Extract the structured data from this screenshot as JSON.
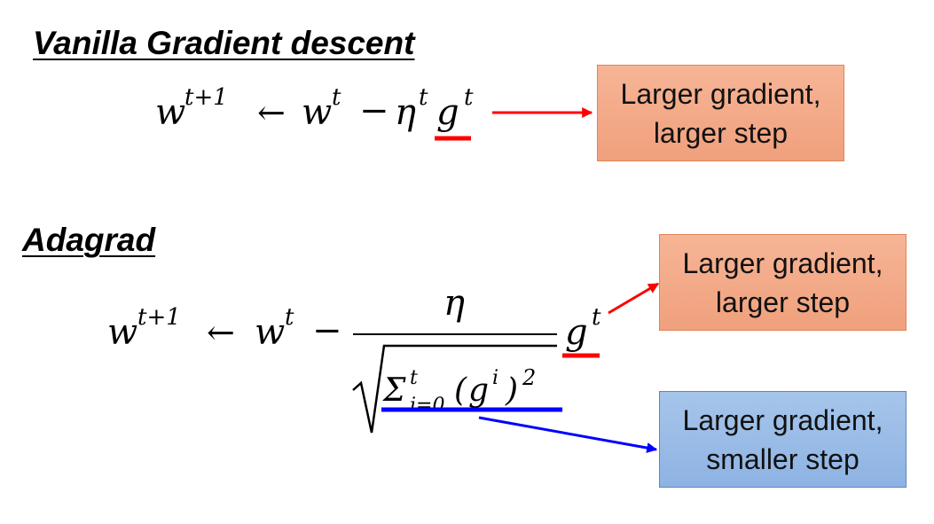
{
  "headings": {
    "vanilla": "Vanilla Gradient descent",
    "adagrad": "Adagrad"
  },
  "boxes": {
    "vanilla_effect": {
      "line1": "Larger gradient,",
      "line2": "larger step"
    },
    "adagrad_numerator_effect": {
      "line1": "Larger gradient,",
      "line2": "larger step"
    },
    "adagrad_denominator_effect": {
      "line1": "Larger gradient,",
      "line2": "smaller step"
    }
  },
  "formulas": {
    "vanilla": {
      "w": "w",
      "next": "t+1",
      "arrow": "←",
      "t": "t",
      "minus": "−",
      "eta": "η",
      "g": "g"
    },
    "adagrad": {
      "w": "w",
      "next": "t+1",
      "arrow": "←",
      "t": "t",
      "minus": "−",
      "eta": "η",
      "g": "g",
      "sum": "Σ",
      "sum_upper": "t",
      "sum_lower": "i=0",
      "paren_open": "(",
      "gi": "g",
      "i": "i",
      "paren_close": ")",
      "square": "2"
    }
  },
  "colors": {
    "red": "#ff0000",
    "blue": "#0000ff",
    "orange_box": "#f4ab89",
    "blue_box": "#9ebfe7"
  }
}
